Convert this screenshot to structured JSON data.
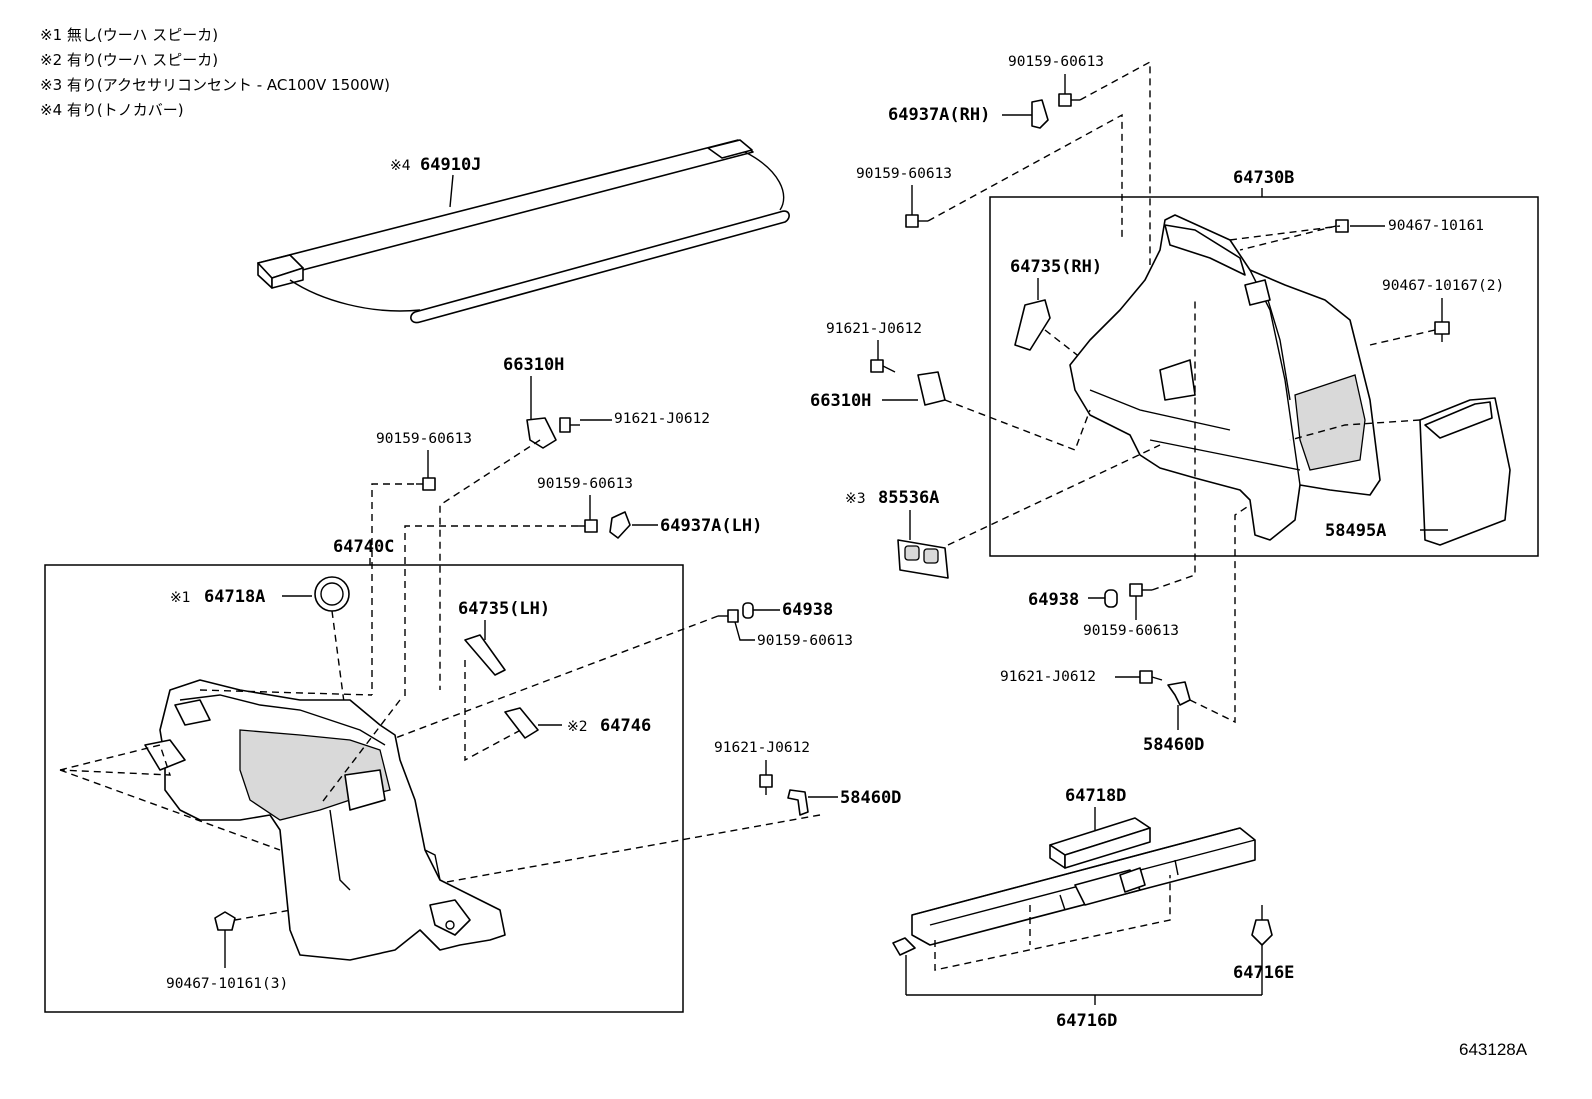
{
  "notes": [
    "※1 無し(ウーハ スピーカ)",
    "※2 有り(ウーハ スピーカ)",
    "※3 有り(アクセサリコンセント - AC100V 1500W)",
    "※4 有り(トノカバー)"
  ],
  "marks": {
    "m1": "※1",
    "m2": "※2",
    "m3": "※3",
    "m4": "※4"
  },
  "parts": {
    "p64910J": "64910J",
    "p66310H_l": "66310H",
    "p91621_l": "91621-J0612",
    "p90159_a": "90159-60613",
    "p90159_b": "90159-60613",
    "p64937A_lh": "64937A(LH)",
    "p64740C": "64740C",
    "p64718A": "64718A",
    "p64735_lh": "64735(LH)",
    "p64938_l": "64938",
    "p90159_c": "90159-60613",
    "p64746": "64746",
    "p91621_b": "91621-J0612",
    "p58460D_l": "58460D",
    "p90467_3": "90467-10161(3)",
    "p90159_top": "90159-60613",
    "p64937A_rh": "64937A(RH)",
    "p90159_d": "90159-60613",
    "p64730B": "64730B",
    "p90467_10161": "90467-10161",
    "p64735_rh": "64735(RH)",
    "p90467_10167": "90467-10167(2)",
    "p91621_c": "91621-J0612",
    "p66310H_r": "66310H",
    "p85536A": "85536A",
    "p58495A": "58495A",
    "p64938_r": "64938",
    "p90159_e": "90159-60613",
    "p91621_d": "91621-J0612",
    "p58460D_r": "58460D",
    "p64718D": "64718D",
    "p64716E": "64716E",
    "p64716D": "64716D"
  },
  "reference": "643128A"
}
